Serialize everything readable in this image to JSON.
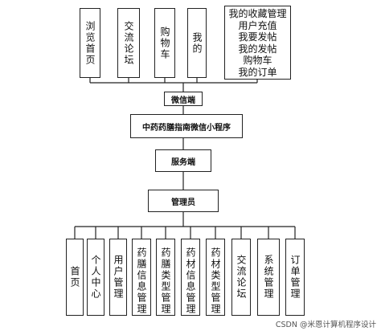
{
  "top_nodes": [
    "浏览首页",
    "交流论坛",
    "购物车",
    "我的"
  ],
  "my_menu_items": [
    "我的收藏管理",
    "用户充值",
    "我要发帖",
    "我的发帖",
    "购物车",
    "我的订单"
  ],
  "middle_nodes": {
    "wechat_client": "微信端",
    "app_name": "中药药膳指南微信小程序",
    "server": "服务端",
    "admin": "管理员"
  },
  "admin_nodes": [
    "首页",
    "个人中心",
    "用户管理",
    "药膳信息管理",
    "药膳类型管理",
    "药材信息管理",
    "药材类型管理",
    "交流论坛",
    "系统管理",
    "订单管理"
  ],
  "watermark": "CSDN @米恩计算机程序设计"
}
